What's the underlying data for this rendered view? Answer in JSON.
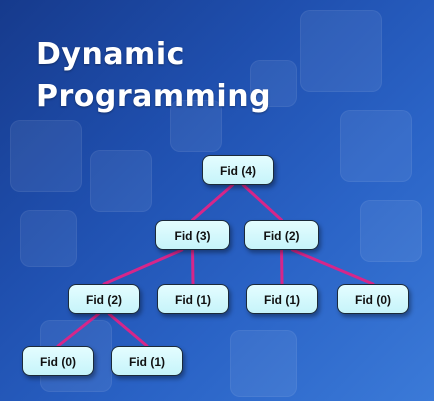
{
  "slide": {
    "title_line1": "Dynamic",
    "title_line2": "Programming",
    "edge_color": "#d6268a",
    "node_fill": "#d9fbff"
  },
  "tree": {
    "nodes": [
      {
        "id": "n1",
        "label": "Fid (4)"
      },
      {
        "id": "n2",
        "label": "Fid (3)"
      },
      {
        "id": "n3",
        "label": "Fid (2)"
      },
      {
        "id": "n4",
        "label": "Fid (2)"
      },
      {
        "id": "n5",
        "label": "Fid (1)"
      },
      {
        "id": "n6",
        "label": "Fid (1)"
      },
      {
        "id": "n7",
        "label": "Fid (0)"
      },
      {
        "id": "n8",
        "label": "Fid (0)"
      },
      {
        "id": "n9",
        "label": "Fid (1)"
      }
    ],
    "edges": [
      [
        "n1",
        "n2"
      ],
      [
        "n1",
        "n3"
      ],
      [
        "n2",
        "n4"
      ],
      [
        "n2",
        "n5"
      ],
      [
        "n3",
        "n6"
      ],
      [
        "n3",
        "n7"
      ],
      [
        "n4",
        "n8"
      ],
      [
        "n4",
        "n9"
      ]
    ]
  }
}
